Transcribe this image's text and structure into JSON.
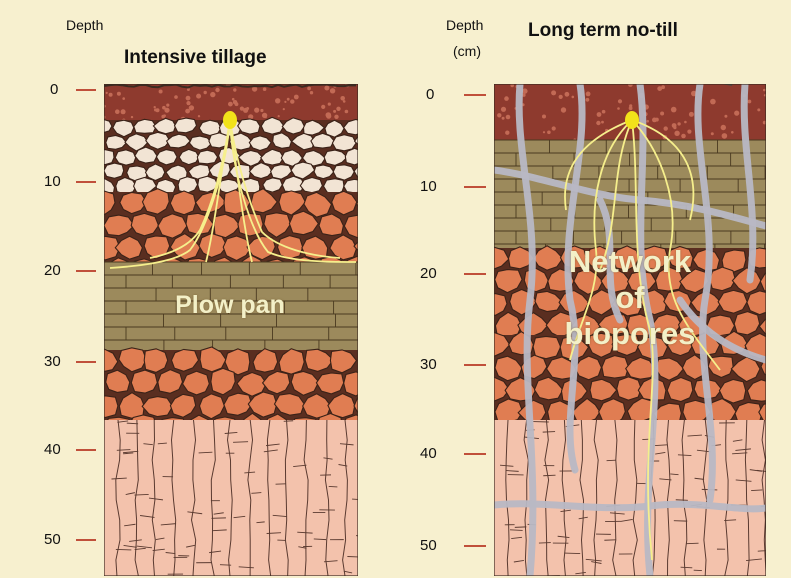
{
  "left_column": {
    "depth_header": "Depth",
    "title": "Intensive tillage",
    "overlay_label": "Plow pan",
    "depth_ticks": [
      "0",
      "10",
      "20",
      "30",
      "40",
      "50"
    ]
  },
  "right_column": {
    "depth_header": "Depth",
    "depth_unit": "(cm)",
    "title": "Long term no-till",
    "overlay_lines": [
      "Network",
      "of",
      "biopores"
    ],
    "depth_ticks": [
      "0",
      "10",
      "20",
      "30",
      "40",
      "50"
    ]
  },
  "colors": {
    "background": "#f7f0cf",
    "topsoil": "#8e3a2e",
    "crumb_layer": "#f2e4d4",
    "aggregate_layer": "#e07d52",
    "plow_pan": "#9c8a5c",
    "subsoil": "#f3c2ac",
    "root": "#f6ef8c",
    "seed": "#f2e21a",
    "biopore": "#b8b8c4",
    "tick": "#c0503a"
  }
}
